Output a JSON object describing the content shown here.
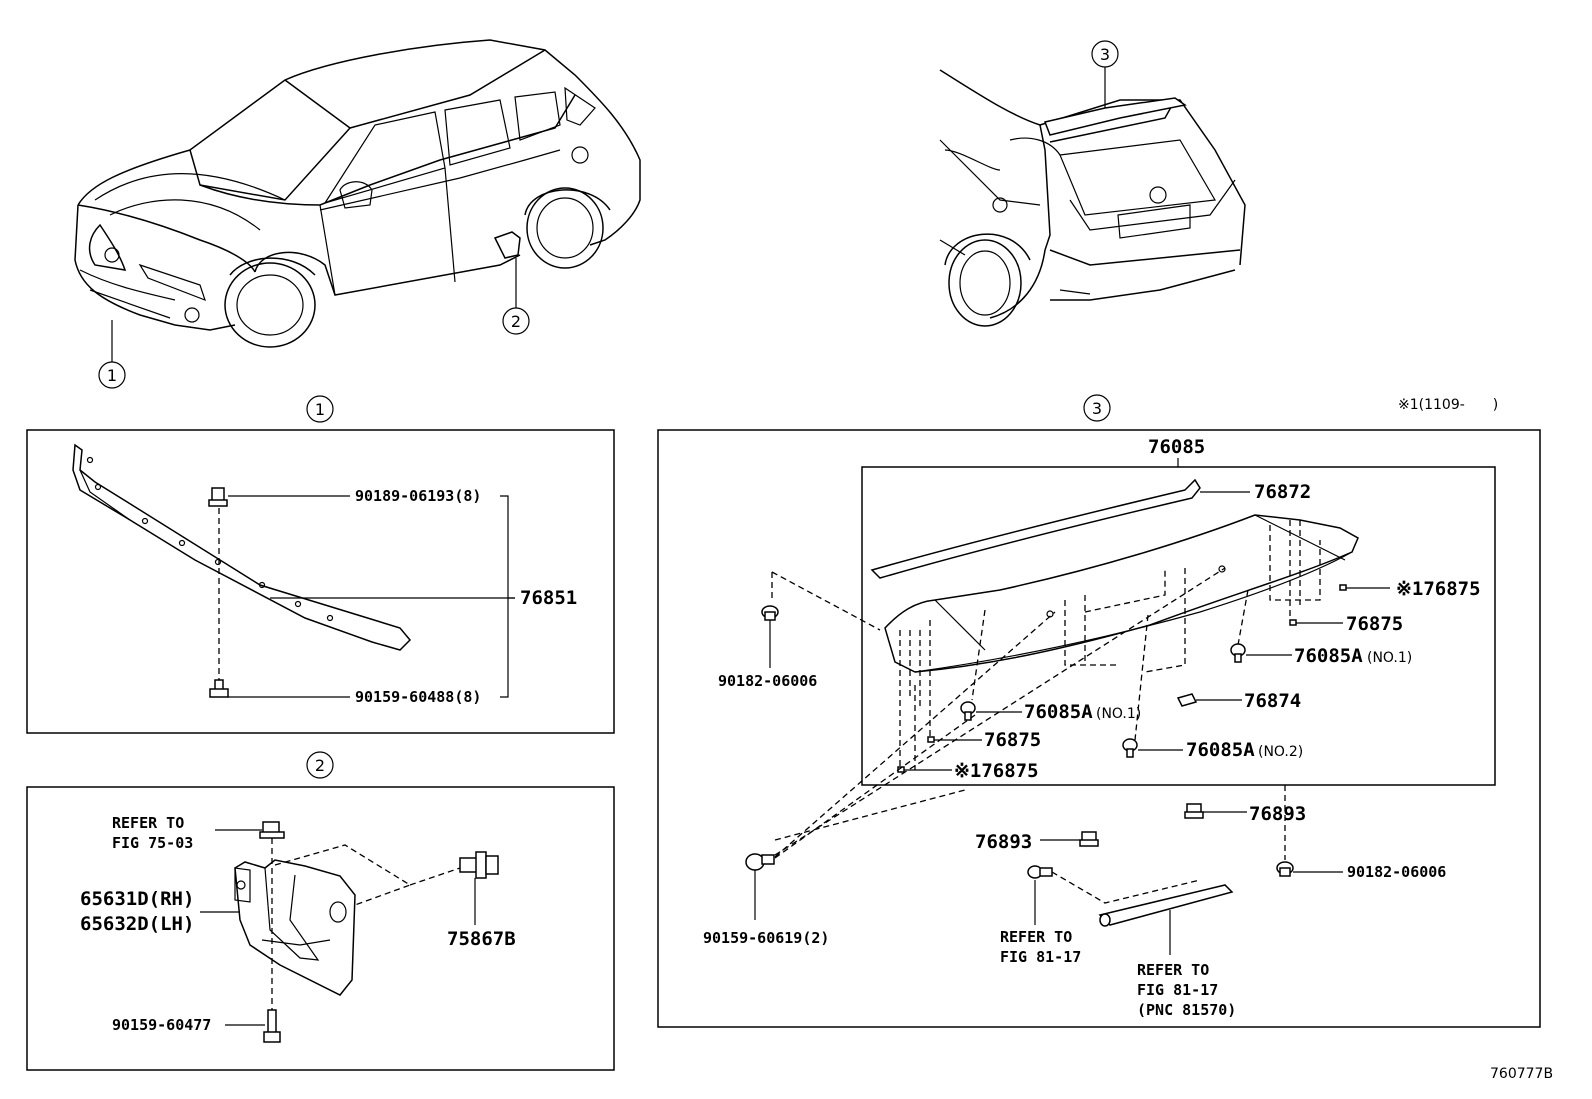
{
  "diagram_id": "760777B",
  "footnote": "※1(1109-　　)",
  "callouts": {
    "c1": "1",
    "c2": "2",
    "c3": "3"
  },
  "section1": {
    "title": "1",
    "labels": {
      "clip": "90189-06193(8)",
      "molding": "76851",
      "screw": "90159-60488(8)"
    }
  },
  "section2": {
    "title": "2",
    "labels": {
      "refer1": "REFER TO",
      "refer2": "FIG 75-03",
      "mudguard_rh": "65631D(RH)",
      "mudguard_lh": "65632D(LH)",
      "clip": "75867B",
      "screw": "90159-60477"
    }
  },
  "section3": {
    "title": "3",
    "labels": {
      "spoiler": "76085",
      "strip": "76872",
      "pad_star_right": "※176875",
      "pad_right": "76875",
      "fastener_no1_right": "76085A",
      "fastener_no1_right_suffix": "(NO.1)",
      "fastener_no1_left": "76085A",
      "fastener_no1_left_suffix": "(NO.1)",
      "fastener_no2": "76085A",
      "fastener_no2_suffix": "(NO.2)",
      "gasket": "76874",
      "pad_left": "76875",
      "pad_star_left": "※176875",
      "nut_left": "90182-06006",
      "clip_right": "76893",
      "clip_left": "76893",
      "nut_right": "90182-06006",
      "screw": "90159-60619(2)",
      "refer_a1": "REFER TO",
      "refer_a2": "FIG 81-17",
      "refer_b1": "REFER TO",
      "refer_b2": "FIG 81-17",
      "refer_b3": "(PNC 81570)"
    }
  }
}
